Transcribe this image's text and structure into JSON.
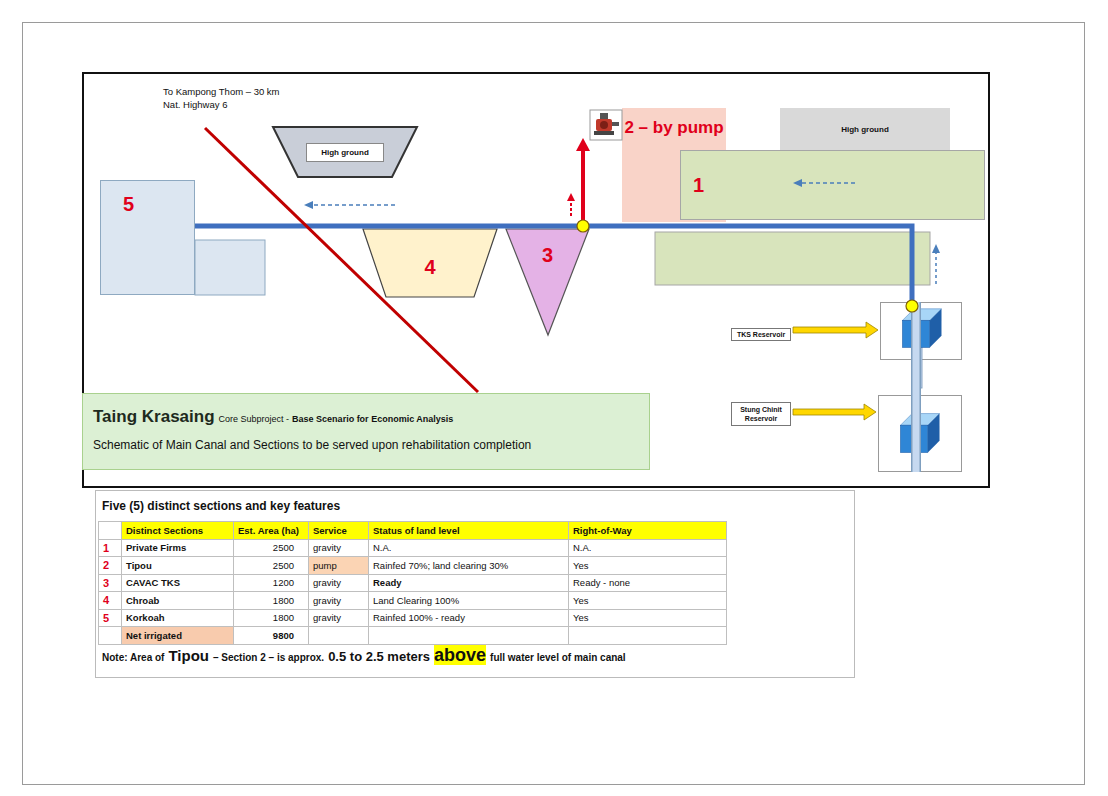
{
  "diagram": {
    "nodes": [
      {
        "text": [
          "High ground"
        ]
      },
      {
        "text": [
          "2 – by pump"
        ]
      },
      {
        "text": [
          "High ground"
        ]
      },
      {
        "text": [
          "1"
        ]
      },
      {
        "text": [
          "5"
        ]
      },
      {
        "text": [
          "4"
        ]
      },
      {
        "text": [
          "3"
        ]
      },
      {
        "text": [
          "TKS Reservoir"
        ]
      },
      {
        "text": [
          "Stung Chinit Reservoir"
        ]
      },
      {
        "text": [
          "Taing Krasaing",
          "Core Subproject -",
          "Base Scenario for Economic Analysis",
          "Schematic of Main Canal and Sections to be served upon rehabilitation completion"
        ]
      }
    ],
    "edges": [
      {
        "from": 8,
        "to": 7,
        "arrow": "none"
      },
      {
        "from": 7,
        "to": 4,
        "arrow": "none"
      }
    ],
    "labels": [
      "To Kampong Thom – 30 km",
      "Nat. Highway 6",
      "Five (5) distinct sections and key features",
      "Distinct Sections",
      "Est. Area (ha)",
      "Service",
      "Status of land level",
      "Right-of-Way",
      "1",
      "Private Firms",
      "2500",
      "gravity",
      "N.A.",
      "N.A.",
      "2",
      "Tipou",
      "2500",
      "pump",
      "Rainfed 70%; land clearing 30%",
      "Yes",
      "3",
      "CAVAC TKS",
      "1200",
      "gravity",
      "Ready",
      "Ready - none",
      "4",
      "Chroab",
      "1800",
      "gravity",
      "Land Clearing 100%",
      "Yes",
      "5",
      "Korkoah",
      "1800",
      "gravity",
      "Rainfed 100% - ready",
      "Yes",
      "Net irrigated",
      "9800",
      "Note: Area of",
      "Tipou",
      "– Section 2 – is approx.",
      "0.5 to 2.5 meters",
      "above",
      "full water level of main canal"
    ]
  }
}
